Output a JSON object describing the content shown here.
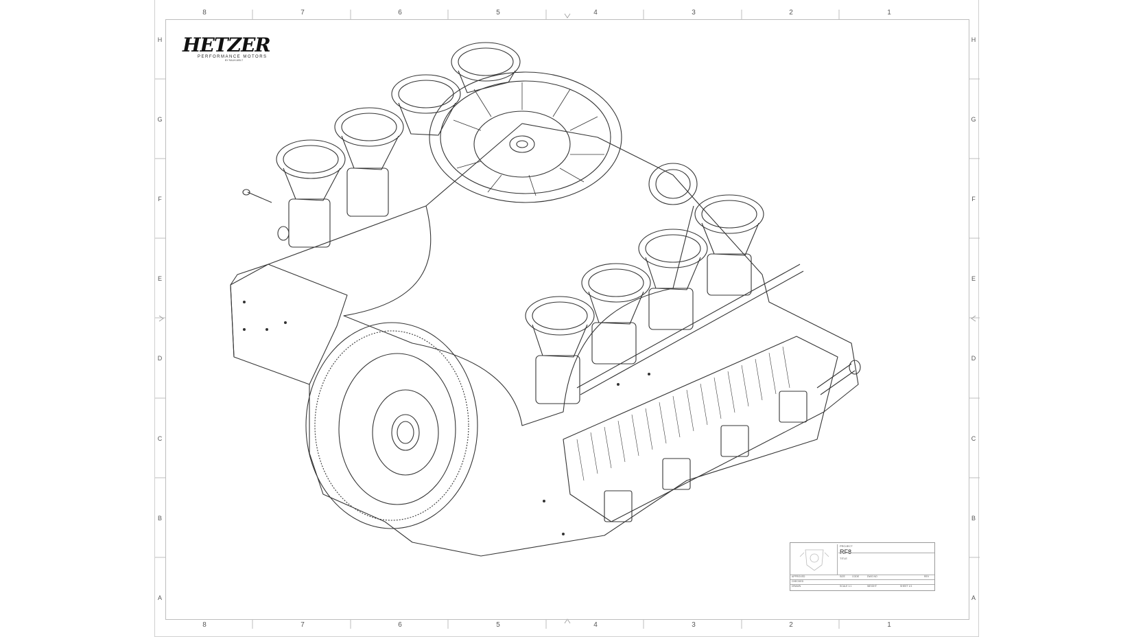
{
  "sheet": {
    "columns_top": [
      "8",
      "7",
      "6",
      "5",
      "4",
      "3",
      "2",
      "1"
    ],
    "columns_bottom": [
      "8",
      "7",
      "6",
      "5",
      "4",
      "3",
      "2",
      "1"
    ],
    "rows_left": [
      "H",
      "G",
      "F",
      "E",
      "D",
      "C",
      "B",
      "A"
    ],
    "rows_right": [
      "H",
      "G",
      "F",
      "E",
      "D",
      "C",
      "B",
      "A"
    ]
  },
  "logo": {
    "brand": "HETZER",
    "subtitle": "PERFORMANCE MOTORS",
    "tagline": "BY RAUH-WELT"
  },
  "title_block": {
    "project_label": "PROJECT",
    "project": "RF8",
    "title_label": "TITLE",
    "approved_label": "APPROVED",
    "checked_label": "CHECKED",
    "drawn_label": "DRAWN",
    "size_label": "SIZE",
    "code_label": "CODE",
    "dwg_label": "DWG NO",
    "rev_label": "REV",
    "scale_label": "SCALE 1:1",
    "weight_label": "WEIGHT",
    "sheet_label": "SHEET 1/1"
  }
}
